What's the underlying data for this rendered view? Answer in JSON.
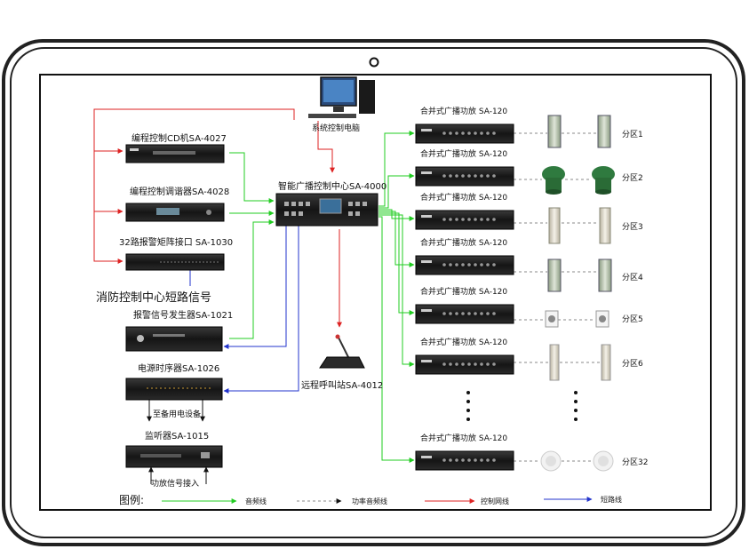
{
  "devices": {
    "cd": "编程控制CD机SA-4027",
    "tuner": "编程控制调谐器SA-4028",
    "matrix": "32路报警矩阵接口 SA-1030",
    "fire": "消防控制中心短路信号",
    "alarm": "报警信号发生器SA-1021",
    "sequencer": "电源时序器SA-1026",
    "standby": "至备用电设备",
    "monitor": "监听器SA-1015",
    "monitor_input": "功放信号接入",
    "pc": "系统控制电脑",
    "center": "智能广播控制中心SA-4000",
    "remote": "远程呼叫站SA-4012"
  },
  "amp_label": "合并式广播功放 SA-120",
  "zones": [
    "分区1",
    "分区2",
    "分区3",
    "分区4",
    "分区5",
    "分区6",
    "分区32"
  ],
  "legend": {
    "title": "图例:",
    "items": [
      "音频线",
      "功率音频线",
      "控制网线",
      "短路线"
    ]
  },
  "colors": {
    "audio": "#22cc22",
    "power_audio": "#777777",
    "control": "#dd2222",
    "short": "#2233cc"
  }
}
